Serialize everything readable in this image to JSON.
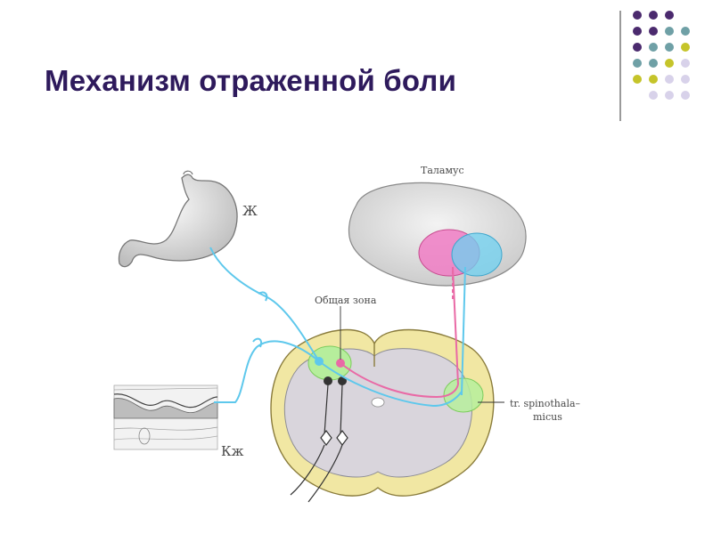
{
  "slide": {
    "title": "Механизм отраженной боли"
  },
  "decor": {
    "dot_colors": {
      "purple": "#4b2a6e",
      "teal": "#6fa0a6",
      "olive": "#c5c42a",
      "lavender": "#d8d2ea"
    },
    "dot_grid": [
      [
        "purple",
        "purple",
        "purple",
        null
      ],
      [
        "purple",
        "purple",
        "teal",
        "teal"
      ],
      [
        "purple",
        "teal",
        "teal",
        "olive"
      ],
      [
        "teal",
        "teal",
        "olive",
        "lavender"
      ],
      [
        "olive",
        "olive",
        "lavender",
        "lavender"
      ],
      [
        null,
        "lavender",
        "lavender",
        "lavender"
      ]
    ]
  },
  "diagram": {
    "labels": {
      "stomach": "Ж",
      "skin": "Кж",
      "thalamus": "Таламус",
      "common_zone": "Общая зона",
      "tract_line1": "tr. spinothala–",
      "tract_line2": "micus"
    },
    "colors": {
      "visceral_path": "#5ec8ec",
      "somatic_path": "#e96aa6",
      "thalamus_pink": "#f07cc4",
      "thalamus_blue": "#6ed0f0",
      "spinal_rim": "#f1e7a3",
      "common_zone": "#b6ee9c"
    }
  }
}
